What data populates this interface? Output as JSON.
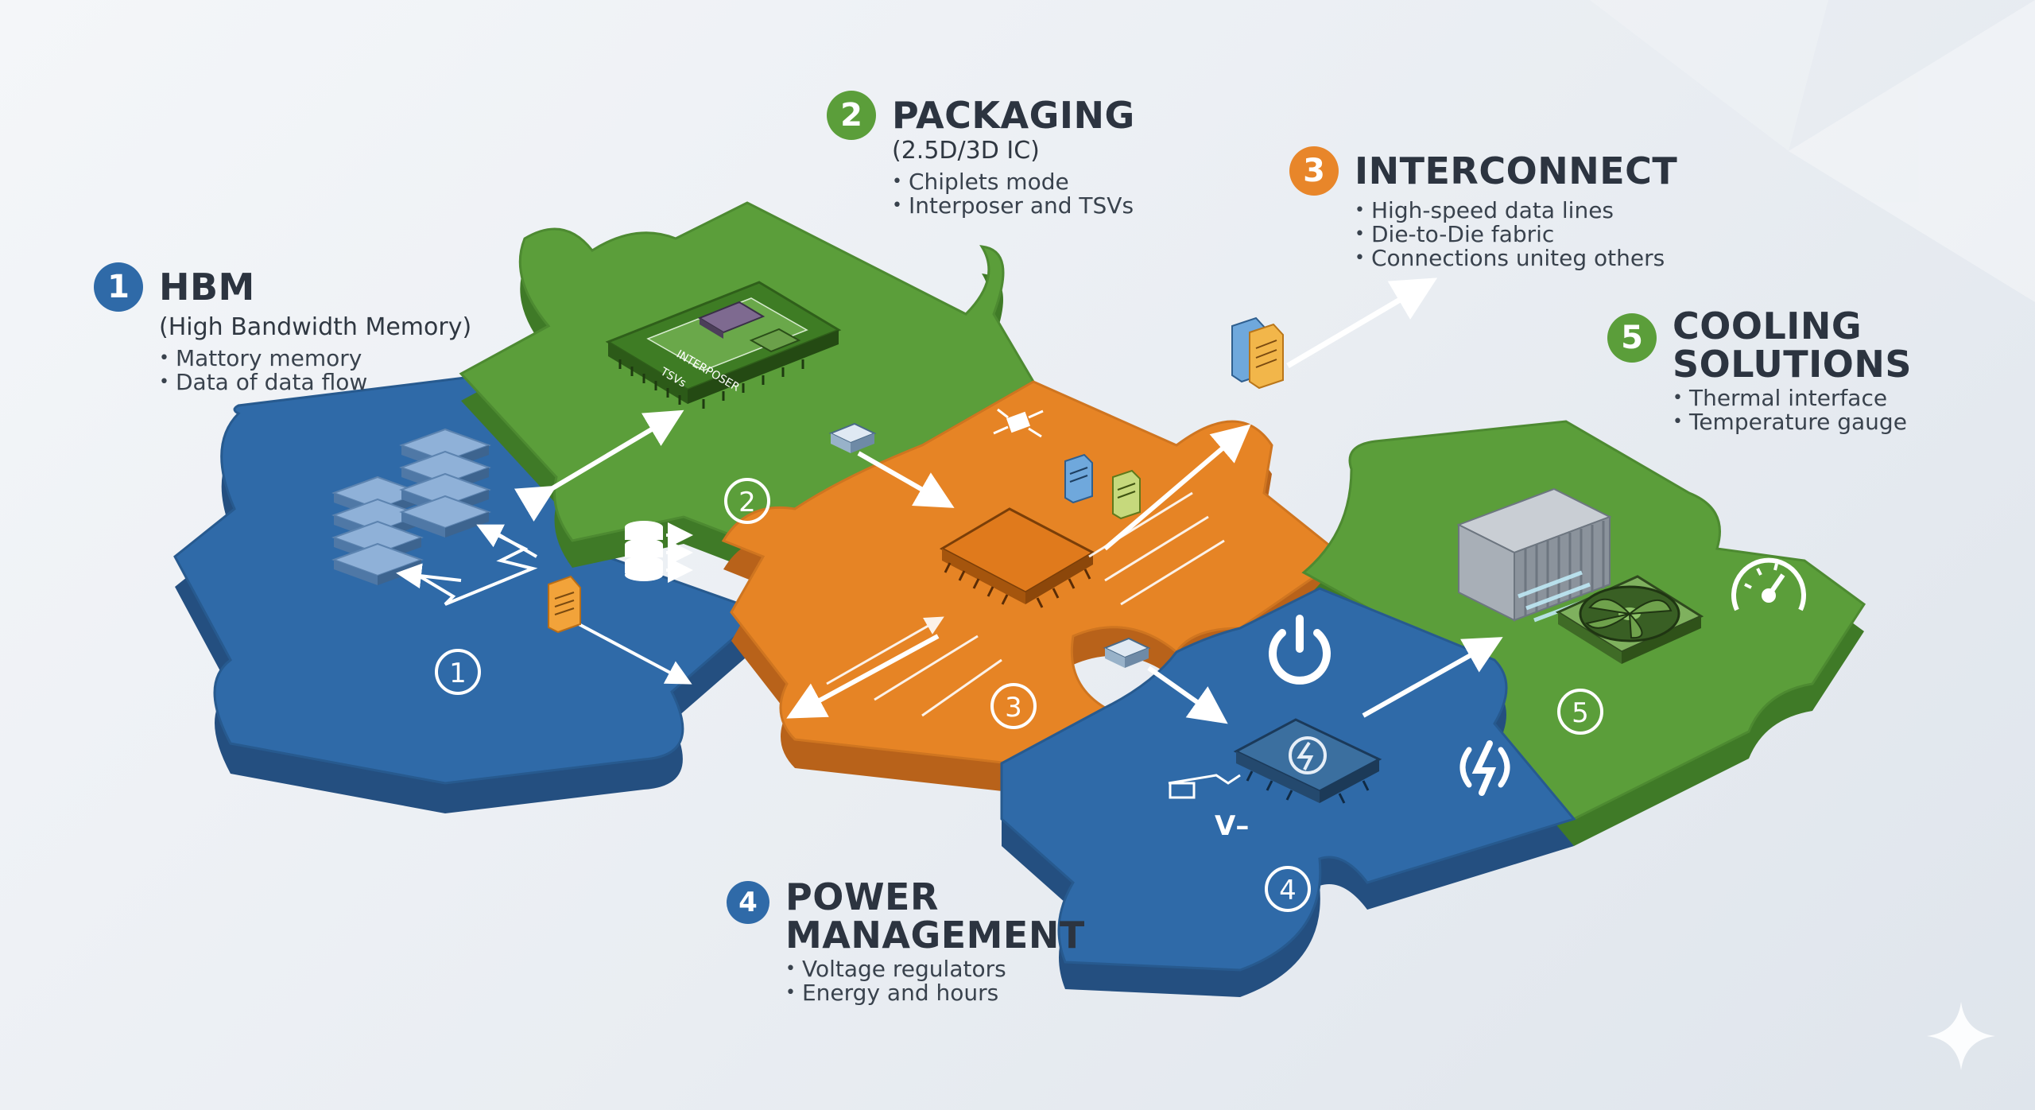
{
  "colors": {
    "blue": "#2f6aa8",
    "green": "#5b9e3a",
    "orange": "#e68425",
    "badge_blue": "#2f6aa8",
    "badge_green": "#5b9e3a",
    "badge_orange": "#e8862a"
  },
  "sections": [
    {
      "number": "1",
      "title": "HBM",
      "subtitle": "(High Bandwidth Memory)",
      "bullets": [
        "Mattory memory",
        "Data of data flow"
      ]
    },
    {
      "number": "2",
      "title": "PACKAGING",
      "subtitle": "(2.5D/3D IC)",
      "bullets": [
        "Chiplets mode",
        "Interposer and TSVs"
      ]
    },
    {
      "number": "3",
      "title": "INTERCONNECT",
      "bullets": [
        "High-speed data lines",
        "Die-to-Die fabric",
        "Connections uniteg others"
      ]
    },
    {
      "number": "4",
      "title_lines": [
        "POWER",
        "MANAGEMENT"
      ],
      "bullets": [
        "Voltage regulators",
        "Energy and hours"
      ]
    },
    {
      "number": "5",
      "title_lines": [
        "COOLING",
        "SOLUTIONS"
      ],
      "bullets": [
        "Thermal interface",
        "Temperature gauge"
      ]
    }
  ],
  "piece_numbers": [
    "1",
    "2",
    "3",
    "4",
    "5"
  ],
  "chip_labels": {
    "interposer": "INTERPOSER",
    "tsvs": "TSVs",
    "voltage": "V–"
  },
  "icons": [
    "memory-stack-icon",
    "database-icon",
    "document-icon",
    "chiplet-package-icon",
    "processor-chip-icon",
    "power-icon",
    "power-chip-icon",
    "lightning-icon",
    "heatsink-icon",
    "fan-icon",
    "gauge-icon",
    "sparkle-icon"
  ]
}
